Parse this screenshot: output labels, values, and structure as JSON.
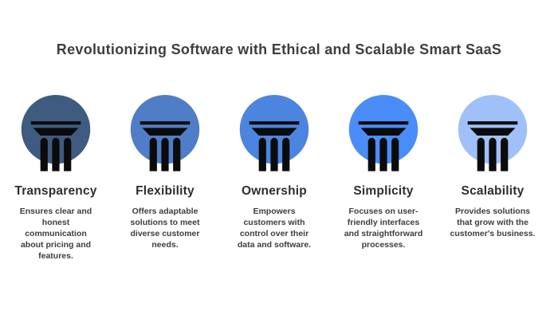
{
  "title": "Revolutionizing Software with Ethical and Scalable Smart SaaS",
  "colors": {
    "background": "#ffffff",
    "title_text": "#3e3e3e",
    "label_text": "#2e2e2e",
    "description_text": "#3d3d3d",
    "pillar_glyph": "#0b0b0b"
  },
  "pillar_glyph_color": "#0b0b0b",
  "pillars": [
    {
      "label": "Transparency",
      "circle_color": "#3F5B80",
      "description": "Ensures clear and\nhonest\ncommunication\nabout pricing and\nfeatures."
    },
    {
      "label": "Flexibility",
      "circle_color": "#4F7EC6",
      "description": "Offers adaptable\nsolutions to meet\ndiverse customer\nneeds."
    },
    {
      "label": "Ownership",
      "circle_color": "#4C85E0",
      "description": "Empowers\ncustomers with\ncontrol over their\ndata and software."
    },
    {
      "label": "Simplicity",
      "circle_color": "#4B8DF8",
      "description": "Focuses on user-\nfriendly interfaces\nand straightforward\nprocesses."
    },
    {
      "label": "Scalability",
      "circle_color": "#A0C0FA",
      "description": "Provides solutions\nthat grow with the\ncustomer's business."
    }
  ]
}
